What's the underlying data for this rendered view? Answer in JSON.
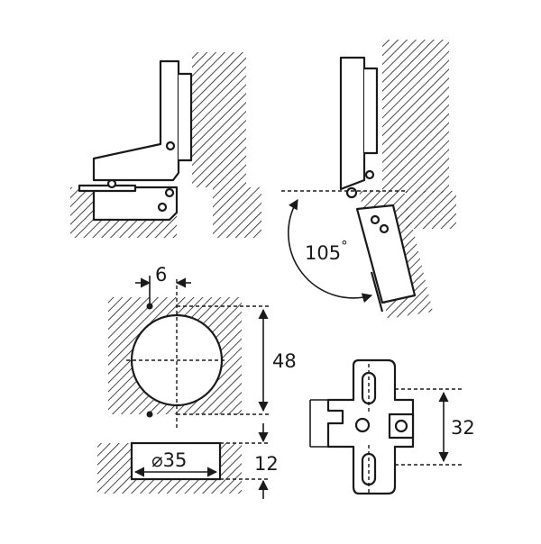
{
  "dimensions": {
    "offset": "6",
    "height_48": "48",
    "cup_diameter": "⌀35",
    "depth_12": "12",
    "plate_32": "32",
    "angle": "105",
    "angle_unit": "°"
  }
}
